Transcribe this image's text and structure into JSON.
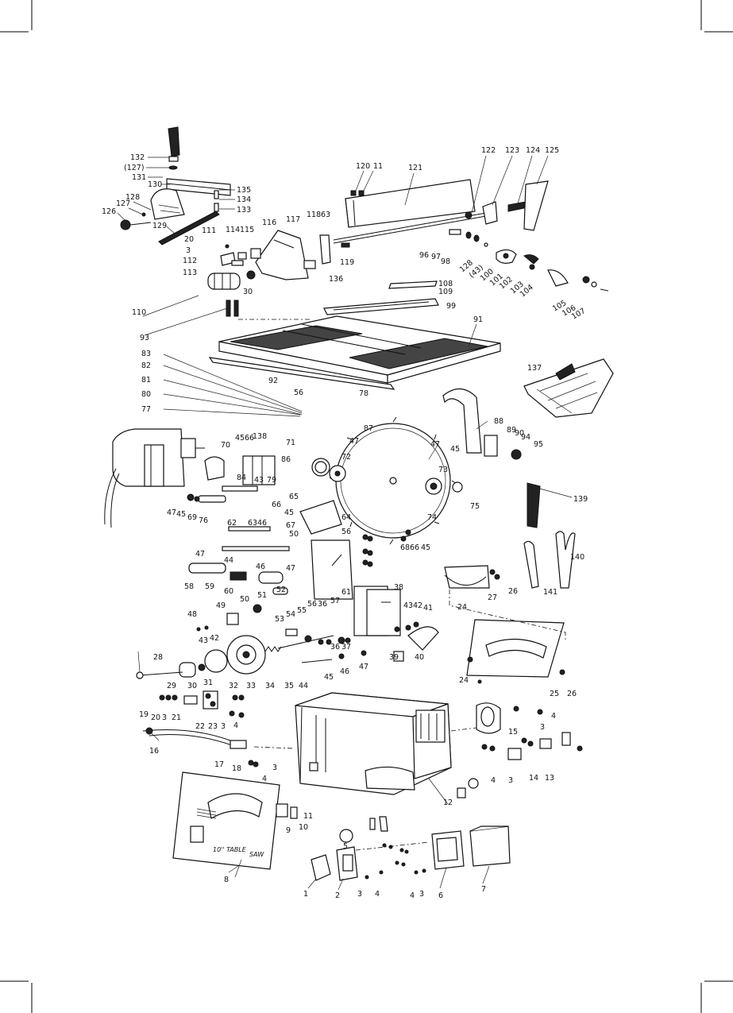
{
  "diagram": {
    "labels": [
      {
        "id": "132",
        "text": "132"
      },
      {
        "id": "127p",
        "text": "(127)"
      },
      {
        "id": "131",
        "text": "131"
      },
      {
        "id": "130",
        "text": "130"
      },
      {
        "id": "128a",
        "text": "128"
      },
      {
        "id": "127",
        "text": "127"
      },
      {
        "id": "126",
        "text": "126"
      },
      {
        "id": "129",
        "text": "129"
      },
      {
        "id": "135",
        "text": "135"
      },
      {
        "id": "134",
        "text": "134"
      },
      {
        "id": "133",
        "text": "133"
      },
      {
        "id": "120",
        "text": "120"
      },
      {
        "id": "11a",
        "text": "11"
      },
      {
        "id": "121",
        "text": "121"
      },
      {
        "id": "122",
        "text": "122"
      },
      {
        "id": "123",
        "text": "123"
      },
      {
        "id": "124",
        "text": "124"
      },
      {
        "id": "125",
        "text": "125"
      },
      {
        "id": "111",
        "text": "111"
      },
      {
        "id": "20a",
        "text": "20"
      },
      {
        "id": "3a",
        "text": "3"
      },
      {
        "id": "112",
        "text": "112"
      },
      {
        "id": "113",
        "text": "113"
      },
      {
        "id": "114",
        "text": "114"
      },
      {
        "id": "115",
        "text": "115"
      },
      {
        "id": "116",
        "text": "116"
      },
      {
        "id": "117",
        "text": "117"
      },
      {
        "id": "118",
        "text": "118"
      },
      {
        "id": "63a",
        "text": "63"
      },
      {
        "id": "119",
        "text": "119"
      },
      {
        "id": "136",
        "text": "136"
      },
      {
        "id": "110",
        "text": "110"
      },
      {
        "id": "30a",
        "text": "30"
      },
      {
        "id": "96",
        "text": "96"
      },
      {
        "id": "97",
        "text": "97"
      },
      {
        "id": "98",
        "text": "98"
      },
      {
        "id": "128b",
        "text": "128"
      },
      {
        "id": "43p",
        "text": "(43)"
      },
      {
        "id": "100",
        "text": "100"
      },
      {
        "id": "101",
        "text": "101"
      },
      {
        "id": "102",
        "text": "102"
      },
      {
        "id": "103",
        "text": "103"
      },
      {
        "id": "104",
        "text": "104"
      },
      {
        "id": "105",
        "text": "105"
      },
      {
        "id": "106",
        "text": "106"
      },
      {
        "id": "107",
        "text": "107"
      },
      {
        "id": "108",
        "text": "108"
      },
      {
        "id": "109",
        "text": "109"
      },
      {
        "id": "99",
        "text": "99"
      },
      {
        "id": "93",
        "text": "93"
      },
      {
        "id": "91",
        "text": "91"
      },
      {
        "id": "83",
        "text": "83"
      },
      {
        "id": "82",
        "text": "82"
      },
      {
        "id": "81",
        "text": "81"
      },
      {
        "id": "80",
        "text": "80"
      },
      {
        "id": "77",
        "text": "77"
      },
      {
        "id": "92",
        "text": "92"
      },
      {
        "id": "56a",
        "text": "56"
      },
      {
        "id": "78",
        "text": "78"
      },
      {
        "id": "137",
        "text": "137"
      },
      {
        "id": "87",
        "text": "87"
      },
      {
        "id": "47a",
        "text": "47"
      },
      {
        "id": "88",
        "text": "88"
      },
      {
        "id": "47b",
        "text": "47"
      },
      {
        "id": "45a",
        "text": "45"
      },
      {
        "id": "89",
        "text": "89"
      },
      {
        "id": "90",
        "text": "90"
      },
      {
        "id": "94",
        "text": "94"
      },
      {
        "id": "95",
        "text": "95"
      },
      {
        "id": "70",
        "text": "70"
      },
      {
        "id": "45b",
        "text": "45"
      },
      {
        "id": "66a",
        "text": "66"
      },
      {
        "id": "138",
        "text": "138"
      },
      {
        "id": "71",
        "text": "71"
      },
      {
        "id": "72",
        "text": "72"
      },
      {
        "id": "86",
        "text": "86"
      },
      {
        "id": "73",
        "text": "73"
      },
      {
        "id": "84",
        "text": "84"
      },
      {
        "id": "43a",
        "text": "43"
      },
      {
        "id": "79",
        "text": "79"
      },
      {
        "id": "47c",
        "text": "47"
      },
      {
        "id": "45c",
        "text": "45"
      },
      {
        "id": "69",
        "text": "69"
      },
      {
        "id": "76",
        "text": "76"
      },
      {
        "id": "65",
        "text": "65"
      },
      {
        "id": "66b",
        "text": "66"
      },
      {
        "id": "45d",
        "text": "45"
      },
      {
        "id": "64",
        "text": "64"
      },
      {
        "id": "74",
        "text": "74"
      },
      {
        "id": "75",
        "text": "75"
      },
      {
        "id": "139",
        "text": "139"
      },
      {
        "id": "67",
        "text": "67"
      },
      {
        "id": "56b",
        "text": "56"
      },
      {
        "id": "62",
        "text": "62"
      },
      {
        "id": "63b",
        "text": "63"
      },
      {
        "id": "46a",
        "text": "46"
      },
      {
        "id": "50a",
        "text": "50"
      },
      {
        "id": "68",
        "text": "68"
      },
      {
        "id": "66c",
        "text": "66"
      },
      {
        "id": "45e",
        "text": "45"
      },
      {
        "id": "47d",
        "text": "47"
      },
      {
        "id": "44a",
        "text": "44"
      },
      {
        "id": "46b",
        "text": "46"
      },
      {
        "id": "47e",
        "text": "47"
      },
      {
        "id": "58",
        "text": "58"
      },
      {
        "id": "59",
        "text": "59"
      },
      {
        "id": "60",
        "text": "60"
      },
      {
        "id": "61",
        "text": "61"
      },
      {
        "id": "140",
        "text": "140"
      },
      {
        "id": "141",
        "text": "141"
      },
      {
        "id": "26a",
        "text": "26"
      },
      {
        "id": "27",
        "text": "27"
      },
      {
        "id": "24a",
        "text": "24"
      },
      {
        "id": "51",
        "text": "51"
      },
      {
        "id": "52",
        "text": "52"
      },
      {
        "id": "50b",
        "text": "50"
      },
      {
        "id": "38",
        "text": "38"
      },
      {
        "id": "49",
        "text": "49"
      },
      {
        "id": "48",
        "text": "48"
      },
      {
        "id": "53",
        "text": "53"
      },
      {
        "id": "54",
        "text": "54"
      },
      {
        "id": "55",
        "text": "55"
      },
      {
        "id": "56c",
        "text": "56"
      },
      {
        "id": "36a",
        "text": "36"
      },
      {
        "id": "57",
        "text": "57"
      },
      {
        "id": "43b",
        "text": "43"
      },
      {
        "id": "42a",
        "text": "42"
      },
      {
        "id": "41",
        "text": "41"
      },
      {
        "id": "43c",
        "text": "43"
      },
      {
        "id": "42b",
        "text": "42"
      },
      {
        "id": "36b",
        "text": "36"
      },
      {
        "id": "37",
        "text": "37"
      },
      {
        "id": "39",
        "text": "39"
      },
      {
        "id": "40",
        "text": "40"
      },
      {
        "id": "28",
        "text": "28"
      },
      {
        "id": "45f",
        "text": "45"
      },
      {
        "id": "46c",
        "text": "46"
      },
      {
        "id": "47f",
        "text": "47"
      },
      {
        "id": "29",
        "text": "29"
      },
      {
        "id": "30b",
        "text": "30"
      },
      {
        "id": "31",
        "text": "31"
      },
      {
        "id": "32",
        "text": "32"
      },
      {
        "id": "33",
        "text": "33"
      },
      {
        "id": "34",
        "text": "34"
      },
      {
        "id": "35",
        "text": "35"
      },
      {
        "id": "44b",
        "text": "44"
      },
      {
        "id": "24b",
        "text": "24"
      },
      {
        "id": "25",
        "text": "25"
      },
      {
        "id": "26b",
        "text": "26"
      },
      {
        "id": "19",
        "text": "19"
      },
      {
        "id": "20b",
        "text": "20"
      },
      {
        "id": "3b",
        "text": "3"
      },
      {
        "id": "21",
        "text": "21"
      },
      {
        "id": "22",
        "text": "22"
      },
      {
        "id": "23",
        "text": "23"
      },
      {
        "id": "3c",
        "text": "3"
      },
      {
        "id": "4a",
        "text": "4"
      },
      {
        "id": "15",
        "text": "15"
      },
      {
        "id": "3d",
        "text": "3"
      },
      {
        "id": "4b",
        "text": "4"
      },
      {
        "id": "16",
        "text": "16"
      },
      {
        "id": "17",
        "text": "17"
      },
      {
        "id": "18",
        "text": "18"
      },
      {
        "id": "3e",
        "text": "3"
      },
      {
        "id": "4c",
        "text": "4"
      },
      {
        "id": "4d",
        "text": "4"
      },
      {
        "id": "3f",
        "text": "3"
      },
      {
        "id": "14",
        "text": "14"
      },
      {
        "id": "13",
        "text": "13"
      },
      {
        "id": "12",
        "text": "12"
      },
      {
        "id": "11b",
        "text": "11"
      },
      {
        "id": "10",
        "text": "10"
      },
      {
        "id": "9",
        "text": "9"
      },
      {
        "id": "5",
        "text": "5"
      },
      {
        "id": "1",
        "text": "1"
      },
      {
        "id": "2",
        "text": "2"
      },
      {
        "id": "3g",
        "text": "3"
      },
      {
        "id": "4e",
        "text": "4"
      },
      {
        "id": "4f",
        "text": "4"
      },
      {
        "id": "3h",
        "text": "3"
      },
      {
        "id": "6",
        "text": "6"
      },
      {
        "id": "7",
        "text": "7"
      },
      {
        "id": "8",
        "text": "8"
      }
    ],
    "plate_text_line1": "10'' TABLE",
    "plate_text_line2": "SAW"
  }
}
